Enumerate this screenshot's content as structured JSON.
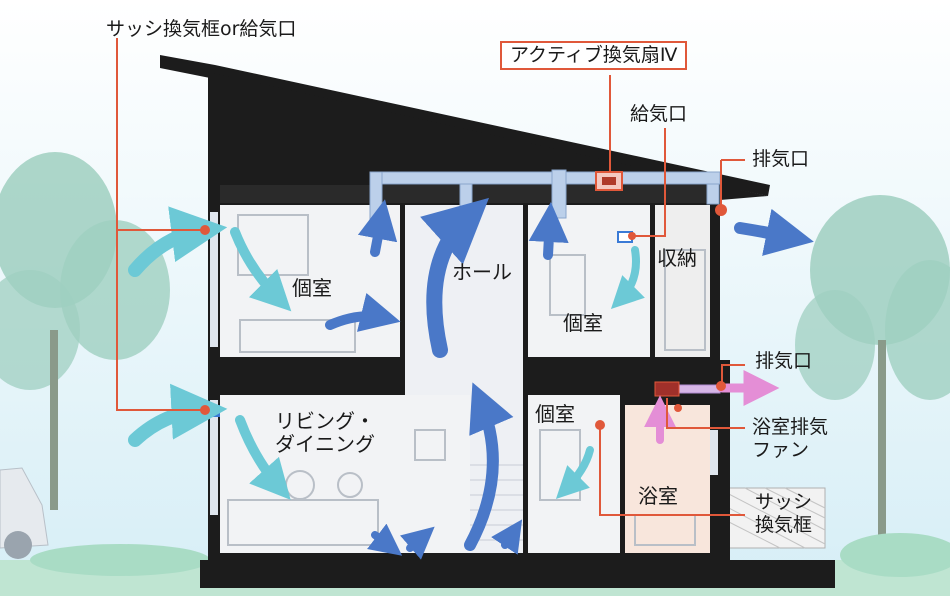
{
  "labels": {
    "sash_or_supply": "サッシ換気框or給気口",
    "active_fan": "アクティブ換気扇Ⅳ",
    "supply_port": "給気口",
    "exhaust_top": "排気口",
    "exhaust_mid": "排気口",
    "bath_fan": "浴室排気\nファン",
    "sash_frame": "サッシ\n換気框"
  },
  "rooms": {
    "private_upper_left": "個室",
    "hall": "ホール",
    "storage": "収納",
    "private_upper_right": "個室",
    "living_dining": "リビング・\nダイニング",
    "private_lower": "個室",
    "bathroom": "浴室"
  },
  "colors": {
    "sky": "#d6eef6",
    "house": "#1c1c1c",
    "interior": "#f2f3f5",
    "duct": "#bcd0ea",
    "duct_edge": "#8aa6cc",
    "airflow_in": "#6cc9d6",
    "airflow_house": "#4a78c8",
    "airflow_bath": "#e48ed6",
    "leader": "#e0583a",
    "bathroom": "#f8e6dc",
    "tree": "#9fcfc0",
    "ground": "#bfe5d2"
  }
}
